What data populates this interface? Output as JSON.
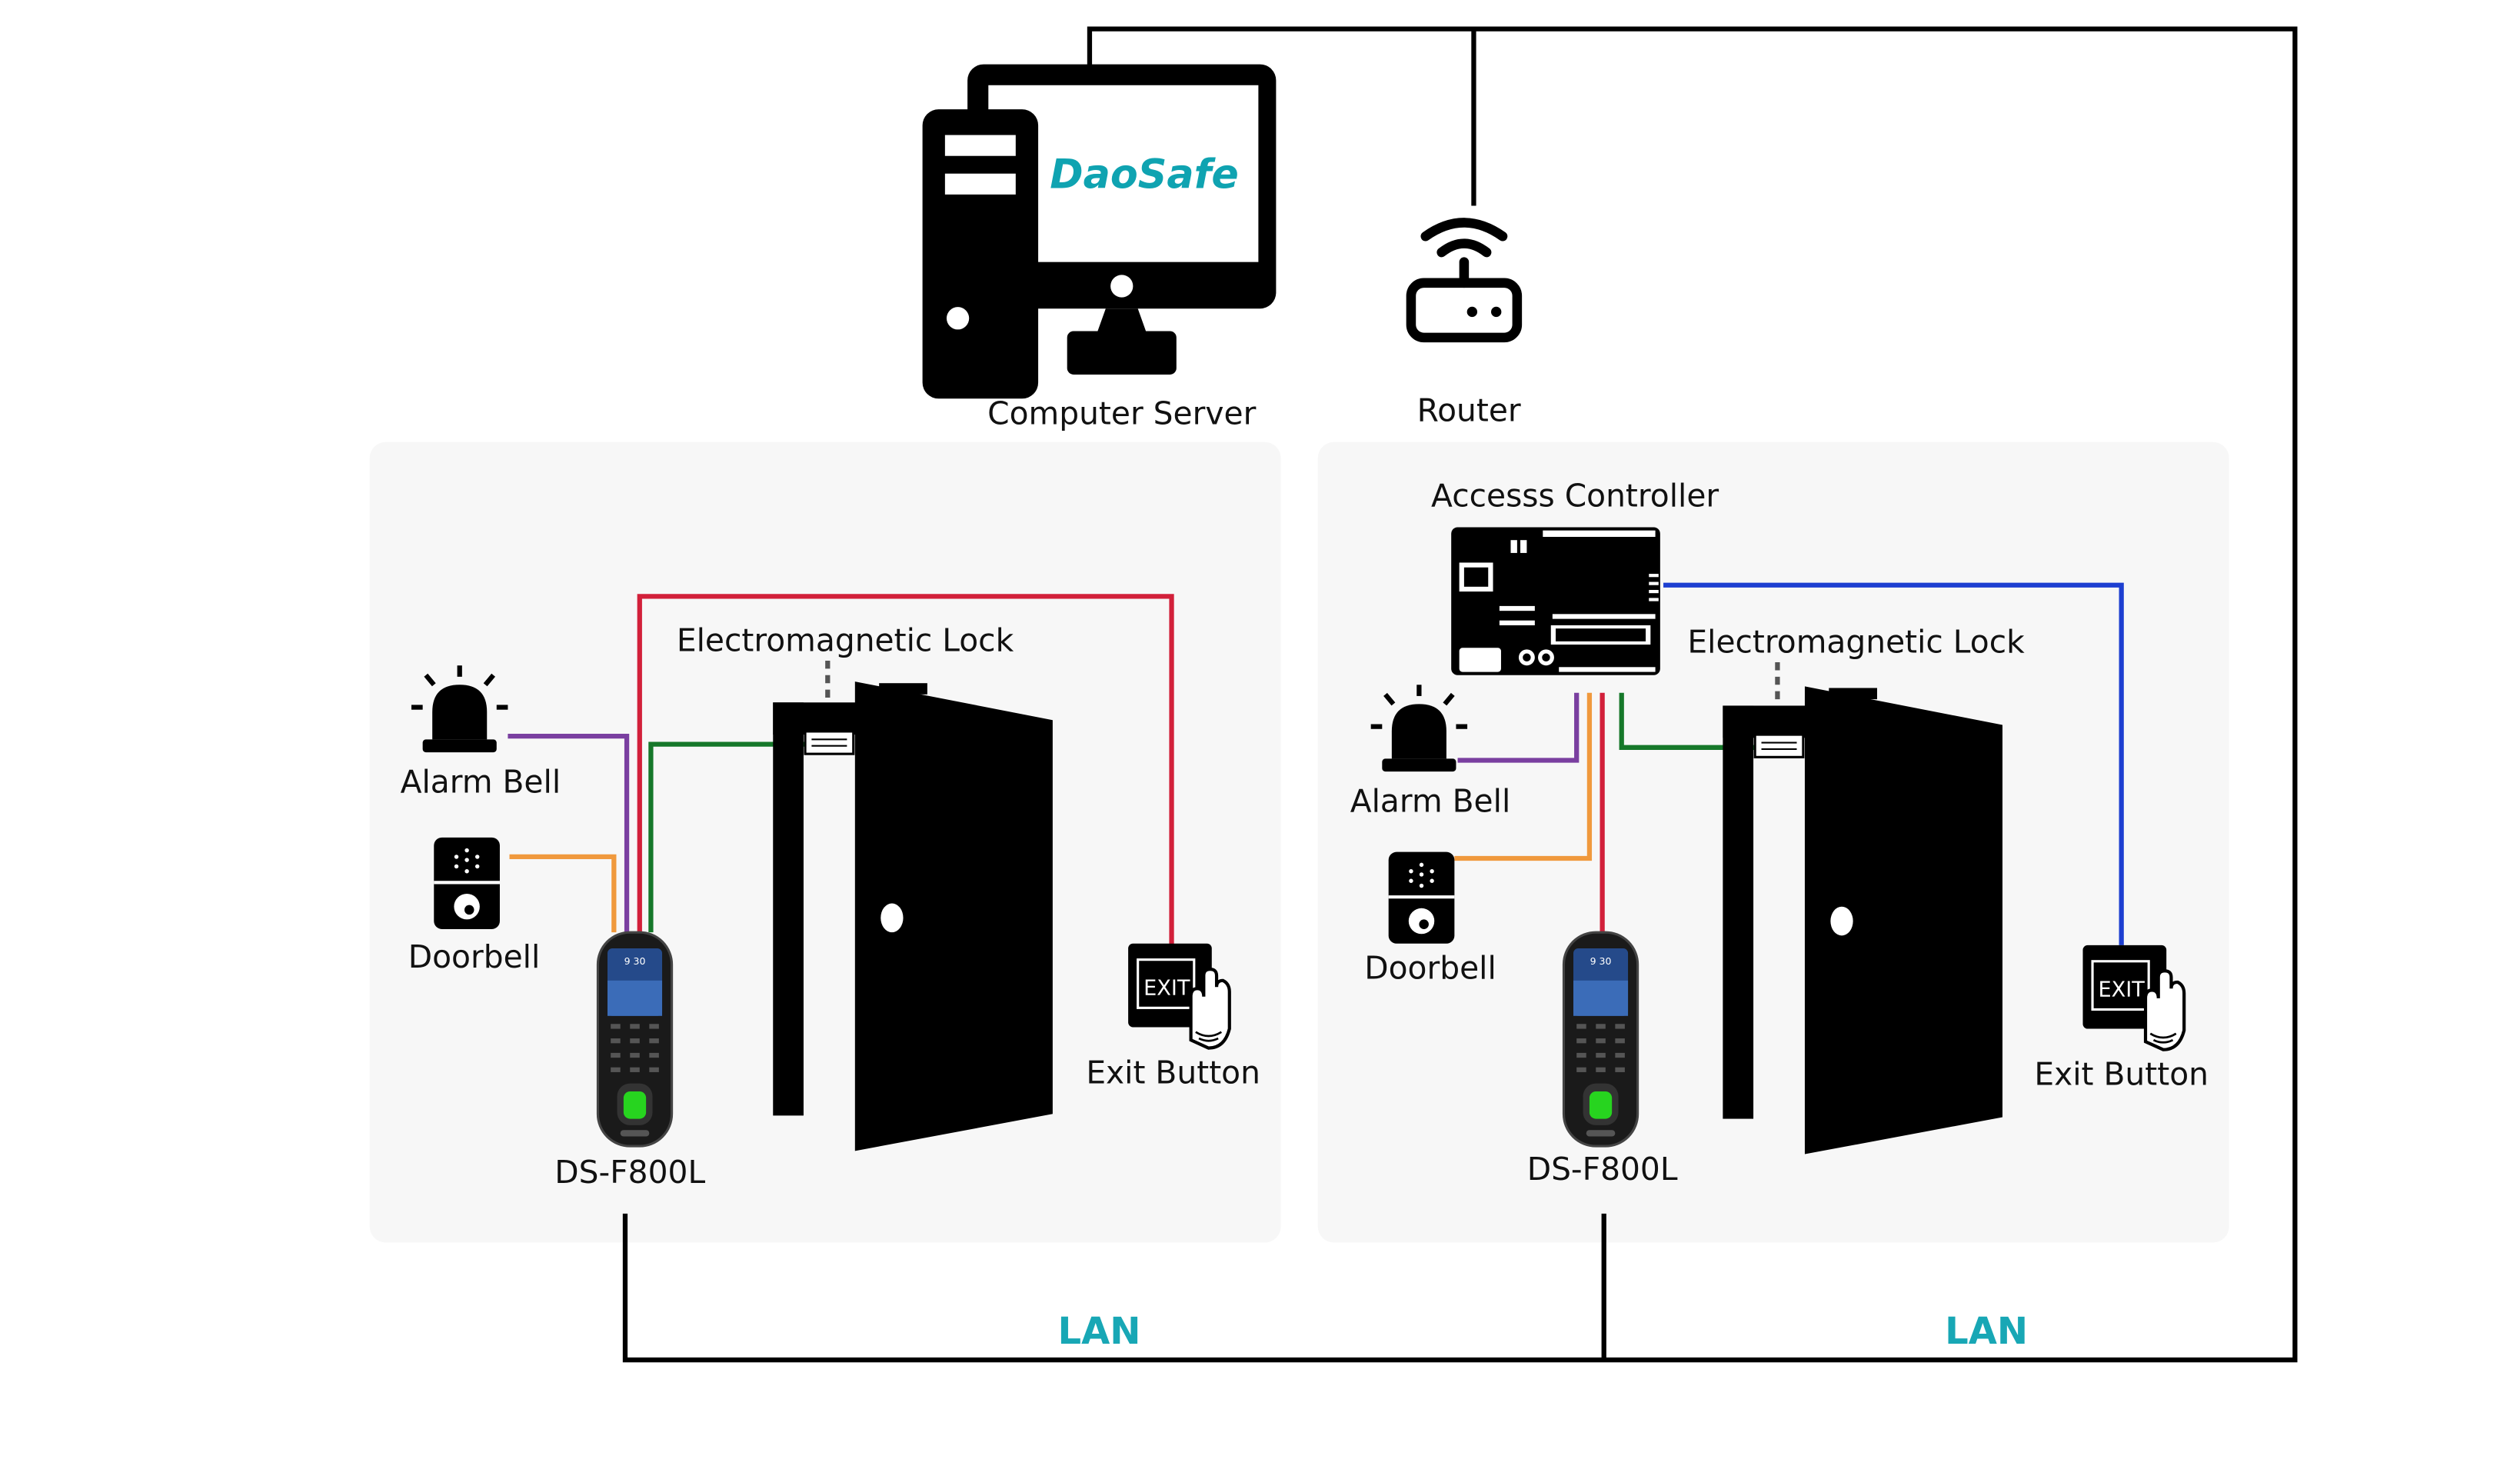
{
  "labels": {
    "computer_server": "Computer Server",
    "router": "Router",
    "access_controller": "Accesss Controller",
    "lock_left": "Electromagnetic Lock",
    "lock_right": "Electromagnetic Lock",
    "alarm_left": "Alarm Bell",
    "alarm_right": "Alarm Bell",
    "doorbell_left": "Doorbell",
    "doorbell_right": "Doorbell",
    "exit_left": "Exit Button",
    "exit_right": "Exit Button",
    "terminal_left": "DS-F800L",
    "terminal_right": "DS-F800L",
    "lan_left": "LAN",
    "lan_right": "LAN",
    "brand": "DaoSafe",
    "exit_sign_left": "EXIT",
    "exit_sign_right": "EXIT",
    "screen_time_left": "9 30",
    "screen_time_right": "9 30"
  },
  "colors": {
    "background": "#ffffff",
    "panel": "#f7f7f7",
    "black": "#000000",
    "brand": "#0fa3b1",
    "lan_text": "#18a7b5",
    "wire_purple": "#7a3fa0",
    "wire_orange": "#f0993d",
    "wire_red": "#d2203a",
    "wire_green": "#16782a",
    "wire_blue": "#1d3fd1",
    "fingerprint": "#27d41f"
  },
  "icons": {
    "computer": "desktop-computer-icon",
    "router": "wifi-router-icon",
    "controller": "circuit-board-icon",
    "alarm": "siren-icon",
    "doorbell": "doorbell-icon",
    "exit": "exit-button-hand-icon",
    "terminal": "fingerprint-terminal-icon",
    "door": "door-icon",
    "lock": "magnetic-lock-icon"
  }
}
